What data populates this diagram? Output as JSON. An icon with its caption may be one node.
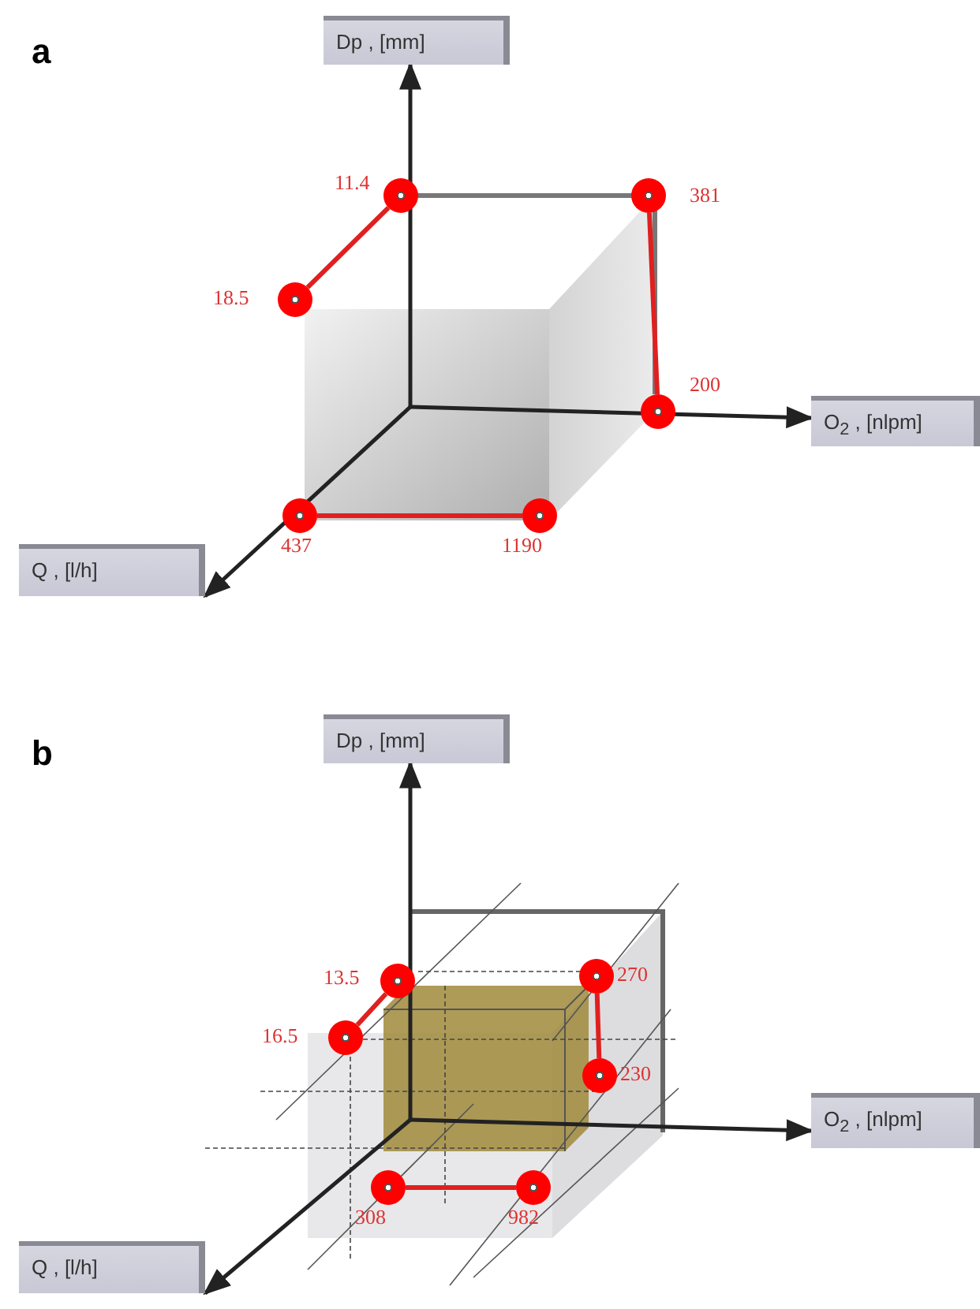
{
  "diagram": {
    "nodes": [
      {
        "text": [
          "Dp , [mm]"
        ]
      },
      {
        "text": [],
        "shape": "circle",
        "beside": [
          "11.4"
        ]
      },
      {
        "text": [],
        "shape": "circle",
        "beside": [
          "381"
        ]
      },
      {
        "text": [],
        "shape": "circle",
        "beside": [
          "18.5"
        ]
      },
      {
        "text": [],
        "shape": "circle",
        "beside": [
          "200"
        ]
      },
      {
        "text": [
          "O$_{2}$ , [nlpm]"
        ]
      },
      {
        "text": [],
        "shape": "circle",
        "beside": [
          "437"
        ]
      },
      {
        "text": [],
        "shape": "circle",
        "beside": [
          "1190"
        ]
      },
      {
        "text": [
          "Q , [l/h]"
        ]
      },
      {
        "text": [
          "Dp , [mm]"
        ]
      },
      {
        "text": [],
        "shape": "circle",
        "beside": [
          "13.5"
        ]
      },
      {
        "text": [],
        "shape": "circle",
        "beside": [
          "270"
        ]
      },
      {
        "text": [],
        "shape": "circle",
        "beside": [
          "16.5"
        ]
      },
      {
        "text": [],
        "shape": "circle",
        "beside": [
          "230"
        ]
      },
      {
        "text": [
          "O$_{2}$ , [nlpm]"
        ]
      },
      {
        "text": [],
        "shape": "circle",
        "beside": [
          "308"
        ]
      },
      {
        "text": [],
        "shape": "circle",
        "beside": [
          "982"
        ]
      },
      {
        "text": [
          "Q , [l/h]"
        ]
      }
    ],
    "edges": [
      {
        "from": 3,
        "to": 1,
        "arrow": "none",
        "color": "#e02020"
      },
      {
        "from": 2,
        "to": 4,
        "arrow": "none",
        "color": "#e02020"
      },
      {
        "from": 6,
        "to": 7,
        "arrow": "none",
        "color": "#e02020"
      },
      {
        "from": 12,
        "to": 10,
        "arrow": "none",
        "color": "#e02020"
      },
      {
        "from": 11,
        "to": 13,
        "arrow": "none",
        "color": "#e02020"
      },
      {
        "from": 15,
        "to": 16,
        "arrow": "none",
        "color": "#e02020"
      },
      {
        "from": null,
        "to": 0,
        "arrow": "to",
        "color": "#222222"
      },
      {
        "from": null,
        "to": 5,
        "arrow": "to",
        "color": "#222222"
      },
      {
        "from": null,
        "to": 8,
        "arrow": "to",
        "color": "#222222"
      },
      {
        "from": null,
        "to": 9,
        "arrow": "to",
        "color": "#222222"
      },
      {
        "from": null,
        "to": 14,
        "arrow": "to",
        "color": "#222222"
      },
      {
        "from": null,
        "to": 17,
        "arrow": "to",
        "color": "#222222"
      }
    ],
    "labels": [
      "a",
      "b"
    ]
  }
}
